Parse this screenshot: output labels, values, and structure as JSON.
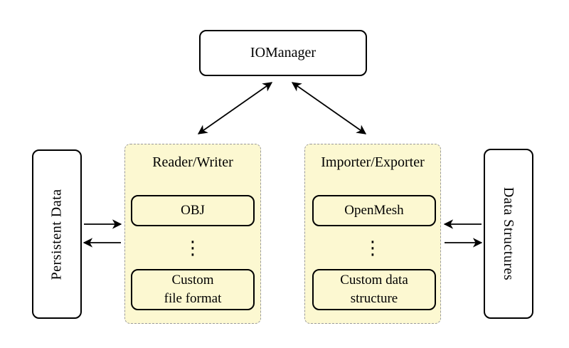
{
  "diagram": {
    "io_manager": {
      "label": "IOManager"
    },
    "persistent_data": {
      "label": "Persistent Data"
    },
    "data_structures": {
      "label": "Data Structures"
    },
    "reader_writer": {
      "title": "Reader/Writer",
      "items": [
        {
          "label": "OBJ"
        },
        {
          "label": "⋮"
        },
        {
          "line1": "Custom",
          "line2": "file format"
        }
      ]
    },
    "importer_exporter": {
      "title": "Importer/Exporter",
      "items": [
        {
          "label": "OpenMesh"
        },
        {
          "label": "⋮"
        },
        {
          "line1": "Custom data",
          "line2": "structure"
        }
      ]
    },
    "colors": {
      "group_fill": "#FCF8D1",
      "group_border": "#9A9A9A",
      "node_border": "#000000",
      "arrow": "#000000",
      "background": "#FFFFFF"
    }
  }
}
